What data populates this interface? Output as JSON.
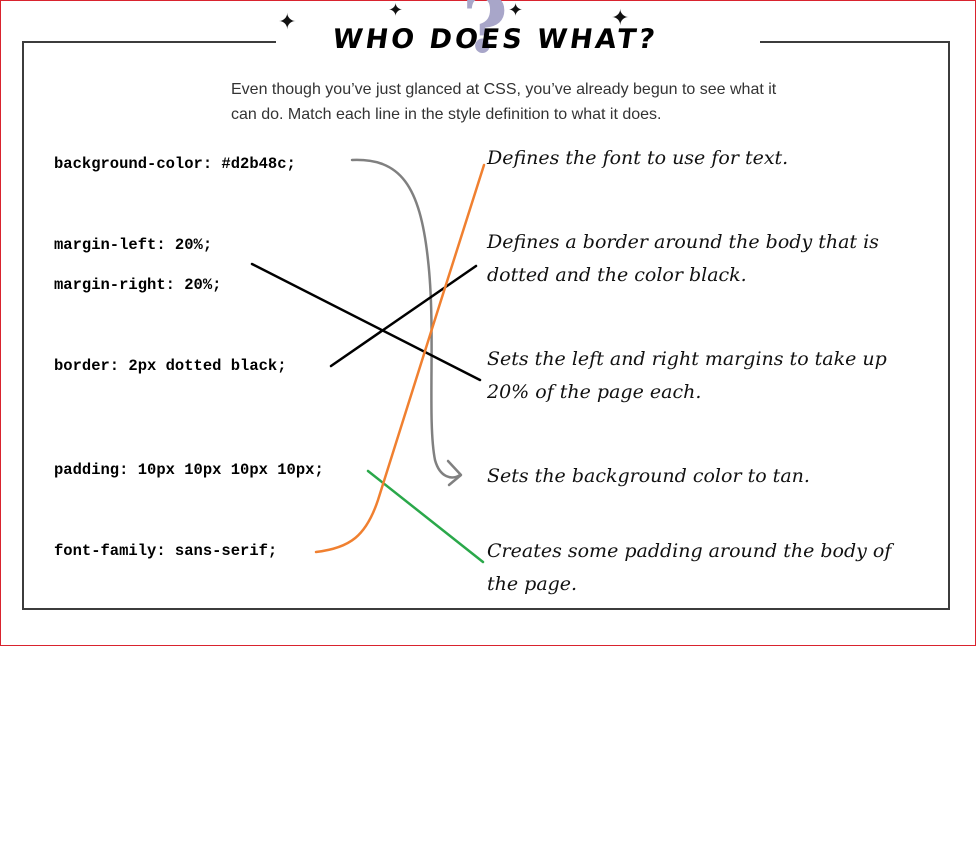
{
  "title": "WHO DOES WHAT?",
  "title_mark": "?",
  "intro": "Even though you’ve just glanced at CSS, you’ve already begun to see what it can do. Match each line in the style definition to what it does.",
  "code_lines": [
    "background-color: #d2b48c;",
    "margin-left: 20%;",
    "margin-right: 20%;",
    "border: 2px dotted black;",
    "padding: 10px 10px 10px 10px;",
    "font-family: sans-serif;"
  ],
  "descriptions": [
    "Defines the font to use for text.",
    "Defines a border around the body that is dotted and the color black.",
    "Sets the left and right margins to take up 20% of the page each.",
    "Sets the background color to tan.",
    "Creates some padding around the body of the page."
  ],
  "colors": {
    "frame_border": "#d9232e",
    "box_border": "#3c3c3c",
    "line_background": "#808080",
    "line_margins": "#000000",
    "line_border": "#000000",
    "line_padding": "#2aa84a",
    "line_font": "#f08030",
    "question_mark": "#a8a6c9"
  }
}
